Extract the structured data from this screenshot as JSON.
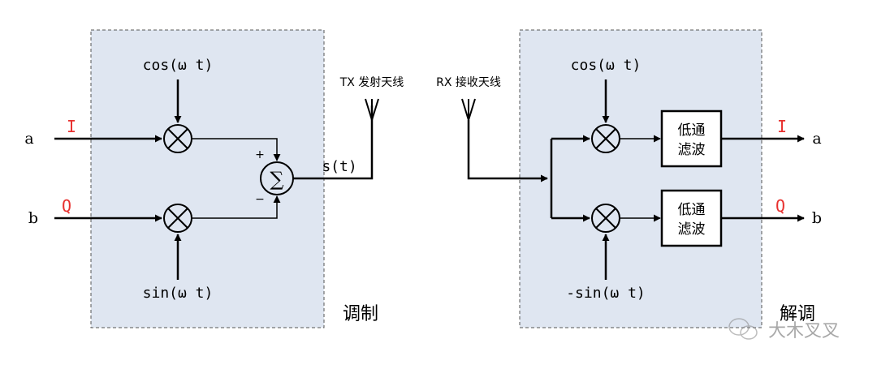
{
  "modulator": {
    "label": "调制",
    "carrier_top": "cos(ω t)",
    "carrier_bottom": "sin(ω t)",
    "input_a": "a",
    "input_b": "b",
    "branch_i": "I",
    "branch_q": "Q",
    "plus": "+",
    "minus": "−",
    "sum_symbol": "∑",
    "output_signal": "s(t)"
  },
  "tx_antenna_label": "TX 发射天线",
  "rx_antenna_label": "RX 接收天线",
  "demodulator": {
    "label": "解调",
    "carrier_top": "cos(ω t)",
    "carrier_bottom": "-sin(ω t)",
    "lpf_top_line1": "低通",
    "lpf_top_line2": "滤波",
    "lpf_bottom_line1": "低通",
    "lpf_bottom_line2": "滤波",
    "branch_i": "I",
    "branch_q": "Q",
    "output_a": "a",
    "output_b": "b"
  },
  "watermark": "大木叉叉",
  "colors": {
    "panel_fill": "#dfe6f1",
    "panel_border": "#555555",
    "line": "#000000",
    "branch_label": "#e8312f",
    "watermark": "#9a9a9a"
  }
}
